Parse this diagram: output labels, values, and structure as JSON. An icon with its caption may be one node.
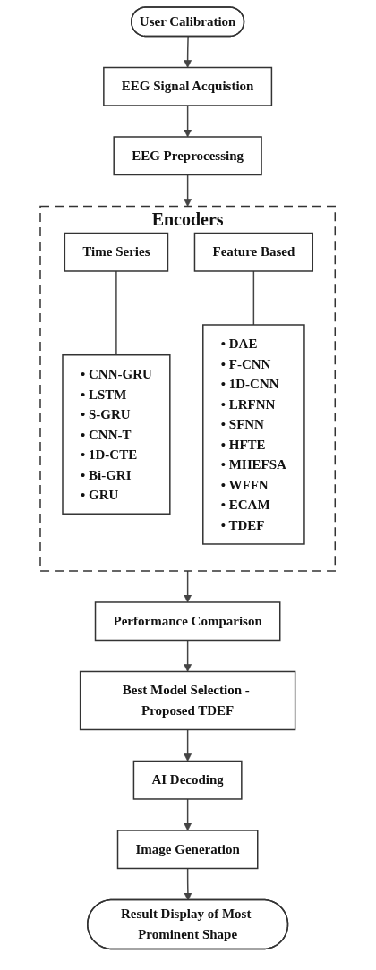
{
  "diagram": {
    "nodes": [
      {
        "text": [
          "User Calibration"
        ]
      },
      {
        "text": [
          "EEG Signal Acquistion"
        ]
      },
      {
        "text": [
          "EEG Preprocessing"
        ]
      },
      {
        "text": [
          "Encoders"
        ]
      },
      {
        "text": [
          "Time Series"
        ],
        "in": 3
      },
      {
        "text": [
          "Feature Based"
        ],
        "in": 3
      },
      {
        "text": [
          "• CNN-GRU",
          "• LSTM",
          "• S-GRU",
          "• CNN-T",
          "• 1D-CTE",
          "• Bi-GRI",
          "• GRU"
        ],
        "in": 3
      },
      {
        "text": [
          "• DAE",
          "• F-CNN",
          "• 1D-CNN",
          "• LRFNN",
          "• SFNN",
          "• HFTE",
          "• MHEFSA",
          "• WFFN",
          "• ECAM",
          "• TDEF"
        ],
        "in": 3
      },
      {
        "text": [
          "Performance Comparison"
        ]
      },
      {
        "text": [
          "Best Model Selection - Proposed TDEF"
        ]
      },
      {
        "text": [
          "AI Decoding"
        ]
      },
      {
        "text": [
          "Image Generation"
        ]
      },
      {
        "text": [
          "Result Display of Most Prominent Shape"
        ]
      }
    ],
    "edges": [
      {
        "from": 0,
        "to": 1,
        "arrow": "to"
      },
      {
        "from": 1,
        "to": 2,
        "arrow": "to"
      },
      {
        "from": 2,
        "to": 3,
        "arrow": "to"
      },
      {
        "from": 4,
        "to": 6,
        "arrow": "none"
      },
      {
        "from": 5,
        "to": 7,
        "arrow": "none"
      },
      {
        "from": 3,
        "to": 8,
        "arrow": "to"
      },
      {
        "from": 8,
        "to": 9,
        "arrow": "to"
      },
      {
        "from": 9,
        "to": 10,
        "arrow": "to"
      },
      {
        "from": 10,
        "to": 11,
        "arrow": "to"
      },
      {
        "from": 11,
        "to": 12,
        "arrow": "to"
      }
    ]
  }
}
